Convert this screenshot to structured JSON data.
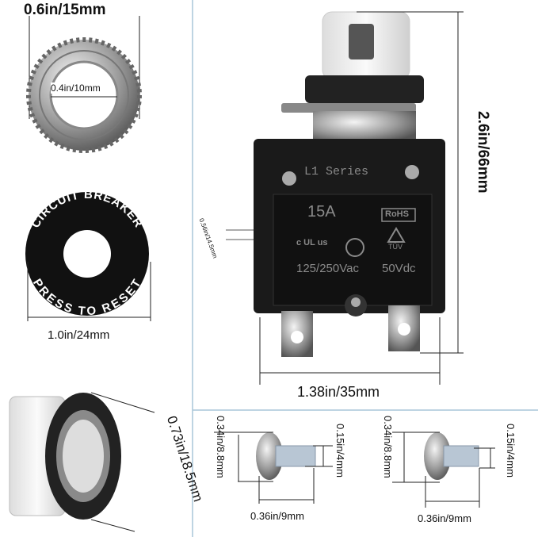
{
  "nut": {
    "width_label": "0.6in/15mm",
    "inner_label": "0.4in/10mm"
  },
  "ring": {
    "top_text": "CIRCUIT BREAKER",
    "bottom_text": "PRESS TO RESET",
    "width_label": "1.0in/24mm"
  },
  "boot": {
    "size_label": "0.73in/18.5mm"
  },
  "breaker": {
    "series": "L1 Series",
    "rating": "15A",
    "ul_mark": "c UL us",
    "rohs": "RoHS",
    "tuv": "TÜV",
    "ac_voltage": "125/250Vac",
    "dc_voltage": "50Vdc",
    "height_label": "2.6in/66mm",
    "width_label": "1.38in/35mm",
    "depth_label": "0.56in/14.5mm"
  },
  "screws": [
    {
      "head_label": "0.34in/8.8mm",
      "thread_label": "0.15in/4mm",
      "length_label": "0.36in/9mm"
    },
    {
      "head_label": "0.34in/8.8mm",
      "thread_label": "0.15in/4mm",
      "length_label": "0.36in/9mm"
    }
  ],
  "colors": {
    "divider": "#a9c6d8",
    "body": "#1a1a1a",
    "text_on_body": "#8a8a8a"
  }
}
